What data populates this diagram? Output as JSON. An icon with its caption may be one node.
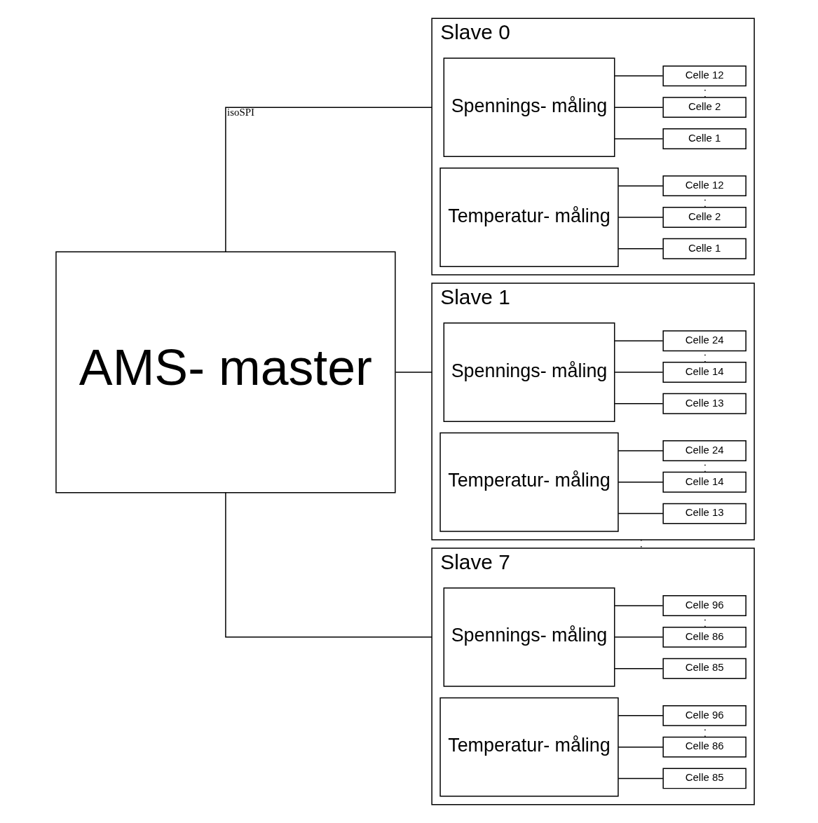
{
  "diagram": {
    "nodes": [
      {
        "text": [
          "AMS- master"
        ]
      },
      {
        "text": [
          "Slave 0"
        ]
      },
      {
        "text": [
          "Spennings- måling"
        ],
        "in": 1
      },
      {
        "text": [
          "Celle 1"
        ],
        "in": 1
      },
      {
        "text": [
          "Celle 2"
        ],
        "in": 1
      },
      {
        "text": [
          "Celle 12"
        ],
        "in": 1
      },
      {
        "text": [
          "Temperatur- måling"
        ],
        "in": 1
      },
      {
        "text": [
          "Celle 1"
        ],
        "in": 1
      },
      {
        "text": [
          "Celle 2"
        ],
        "in": 1
      },
      {
        "text": [
          "Celle 12"
        ],
        "in": 1
      },
      {
        "text": [
          "Slave 1"
        ]
      },
      {
        "text": [
          "Spennings- måling"
        ],
        "in": 10
      },
      {
        "text": [
          "Celle 13"
        ],
        "in": 10
      },
      {
        "text": [
          "Celle 14"
        ],
        "in": 10
      },
      {
        "text": [
          "Celle 24"
        ],
        "in": 10
      },
      {
        "text": [
          "Temperatur- måling"
        ],
        "in": 10
      },
      {
        "text": [
          "Celle 13"
        ],
        "in": 10
      },
      {
        "text": [
          "Celle 14"
        ],
        "in": 10
      },
      {
        "text": [
          "Celle 24"
        ],
        "in": 10
      },
      {
        "text": [
          "Slave 7"
        ]
      },
      {
        "text": [
          "Spennings- måling"
        ],
        "in": 19
      },
      {
        "text": [
          "Celle 85"
        ],
        "in": 19
      },
      {
        "text": [
          "Celle 86"
        ],
        "in": 19
      },
      {
        "text": [
          "Celle 96"
        ],
        "in": 19
      },
      {
        "text": [
          "Temperatur- måling"
        ],
        "in": 19
      },
      {
        "text": [
          "Celle 85"
        ],
        "in": 19
      },
      {
        "text": [
          "Celle 86"
        ],
        "in": 19
      },
      {
        "text": [
          "Celle 96"
        ],
        "in": 19
      }
    ],
    "edges": [
      {
        "from": 0,
        "to": 1,
        "arrow": "none",
        "label": "isoSPI"
      },
      {
        "from": 0,
        "to": 10,
        "arrow": "none"
      },
      {
        "from": 0,
        "to": 19,
        "arrow": "none"
      },
      {
        "from": 10,
        "to": 19,
        "arrow": "none",
        "style": "dashed"
      },
      {
        "from": 2,
        "to": 3,
        "arrow": "none"
      },
      {
        "from": 2,
        "to": 4,
        "arrow": "none"
      },
      {
        "from": 2,
        "to": 5,
        "arrow": "none"
      },
      {
        "from": 4,
        "to": 5,
        "arrow": "none",
        "style": "dashed"
      },
      {
        "from": 6,
        "to": 7,
        "arrow": "none"
      },
      {
        "from": 6,
        "to": 8,
        "arrow": "none"
      },
      {
        "from": 6,
        "to": 9,
        "arrow": "none"
      },
      {
        "from": 8,
        "to": 9,
        "arrow": "none",
        "style": "dashed"
      },
      {
        "from": 11,
        "to": 12,
        "arrow": "none"
      },
      {
        "from": 11,
        "to": 13,
        "arrow": "none"
      },
      {
        "from": 11,
        "to": 14,
        "arrow": "none"
      },
      {
        "from": 13,
        "to": 14,
        "arrow": "none",
        "style": "dashed"
      },
      {
        "from": 15,
        "to": 16,
        "arrow": "none"
      },
      {
        "from": 15,
        "to": 17,
        "arrow": "none"
      },
      {
        "from": 15,
        "to": 18,
        "arrow": "none"
      },
      {
        "from": 17,
        "to": 18,
        "arrow": "none",
        "style": "dashed"
      },
      {
        "from": 20,
        "to": 21,
        "arrow": "none"
      },
      {
        "from": 20,
        "to": 22,
        "arrow": "none"
      },
      {
        "from": 20,
        "to": 23,
        "arrow": "none"
      },
      {
        "from": 22,
        "to": 23,
        "arrow": "none",
        "style": "dashed"
      },
      {
        "from": 24,
        "to": 25,
        "arrow": "none"
      },
      {
        "from": 24,
        "to": 26,
        "arrow": "none"
      },
      {
        "from": 24,
        "to": 27,
        "arrow": "none"
      },
      {
        "from": 26,
        "to": 27,
        "arrow": "none",
        "style": "dashed"
      }
    ]
  }
}
